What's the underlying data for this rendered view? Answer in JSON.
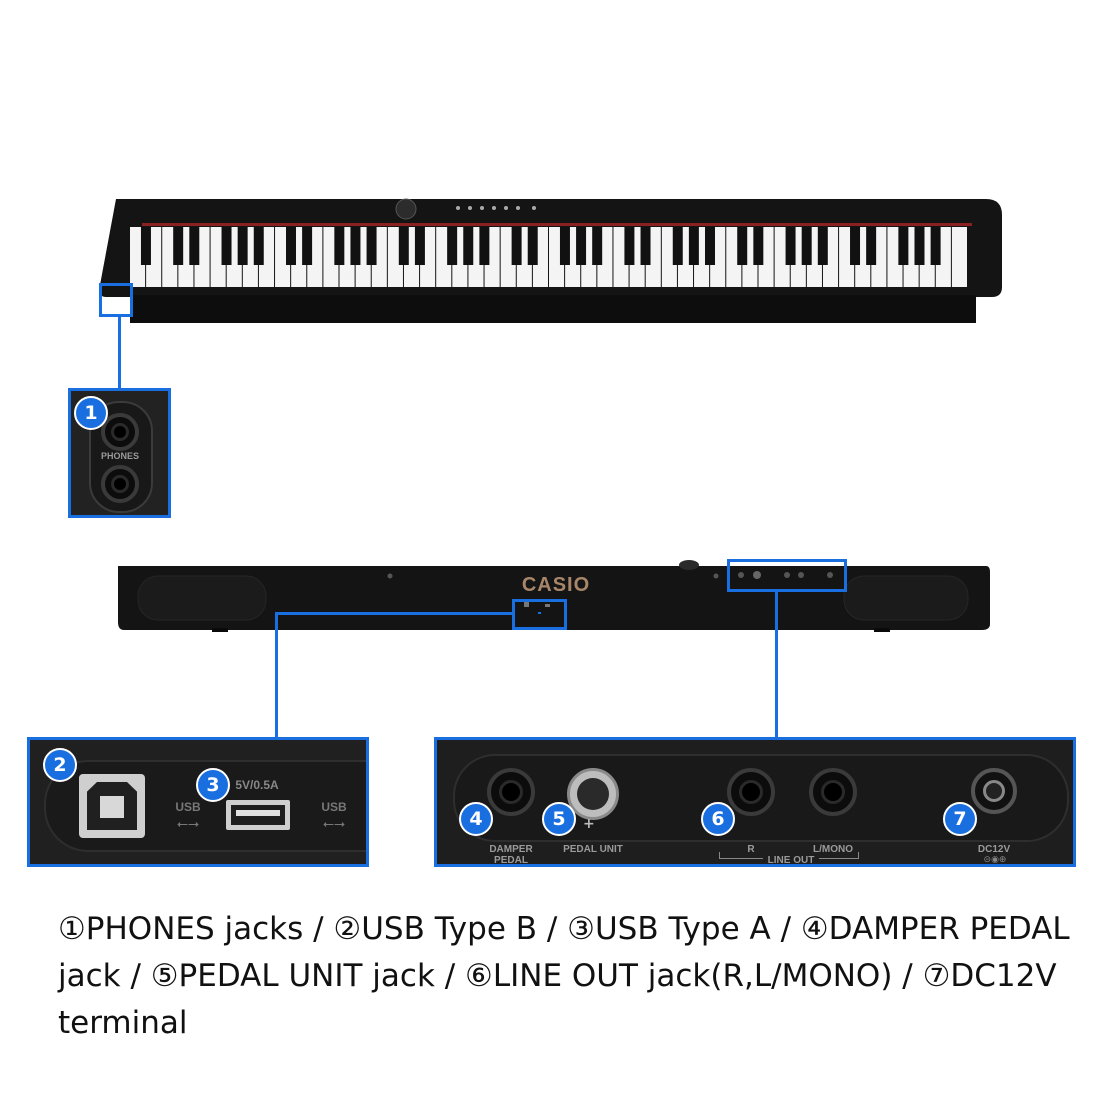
{
  "device": {
    "brand": "CASIO"
  },
  "callouts": [
    {
      "num": "1"
    },
    {
      "num": "2"
    },
    {
      "num": "3"
    },
    {
      "num": "4"
    },
    {
      "num": "5"
    },
    {
      "num": "6"
    },
    {
      "num": "7"
    }
  ],
  "panel_labels": {
    "phones": "PHONES",
    "usb_a_rating": "5V/0.5A",
    "usb": "USB",
    "damper": "DAMPER\nPEDAL",
    "pedal_unit": "PEDAL UNIT",
    "r": "R",
    "l_mono": "L/MONO",
    "line_out": "LINE OUT",
    "dc12v": "DC12V"
  },
  "caption": "①PHONES jacks / ②USB Type B / ③USB Type A / ④DAMPER PEDAL jack / ⑤PEDAL UNIT jack / ⑥LINE OUT jack(R,L/MONO) / ⑦DC12V terminal",
  "colors": {
    "accent": "#1a6fe0",
    "body": "#151515"
  }
}
